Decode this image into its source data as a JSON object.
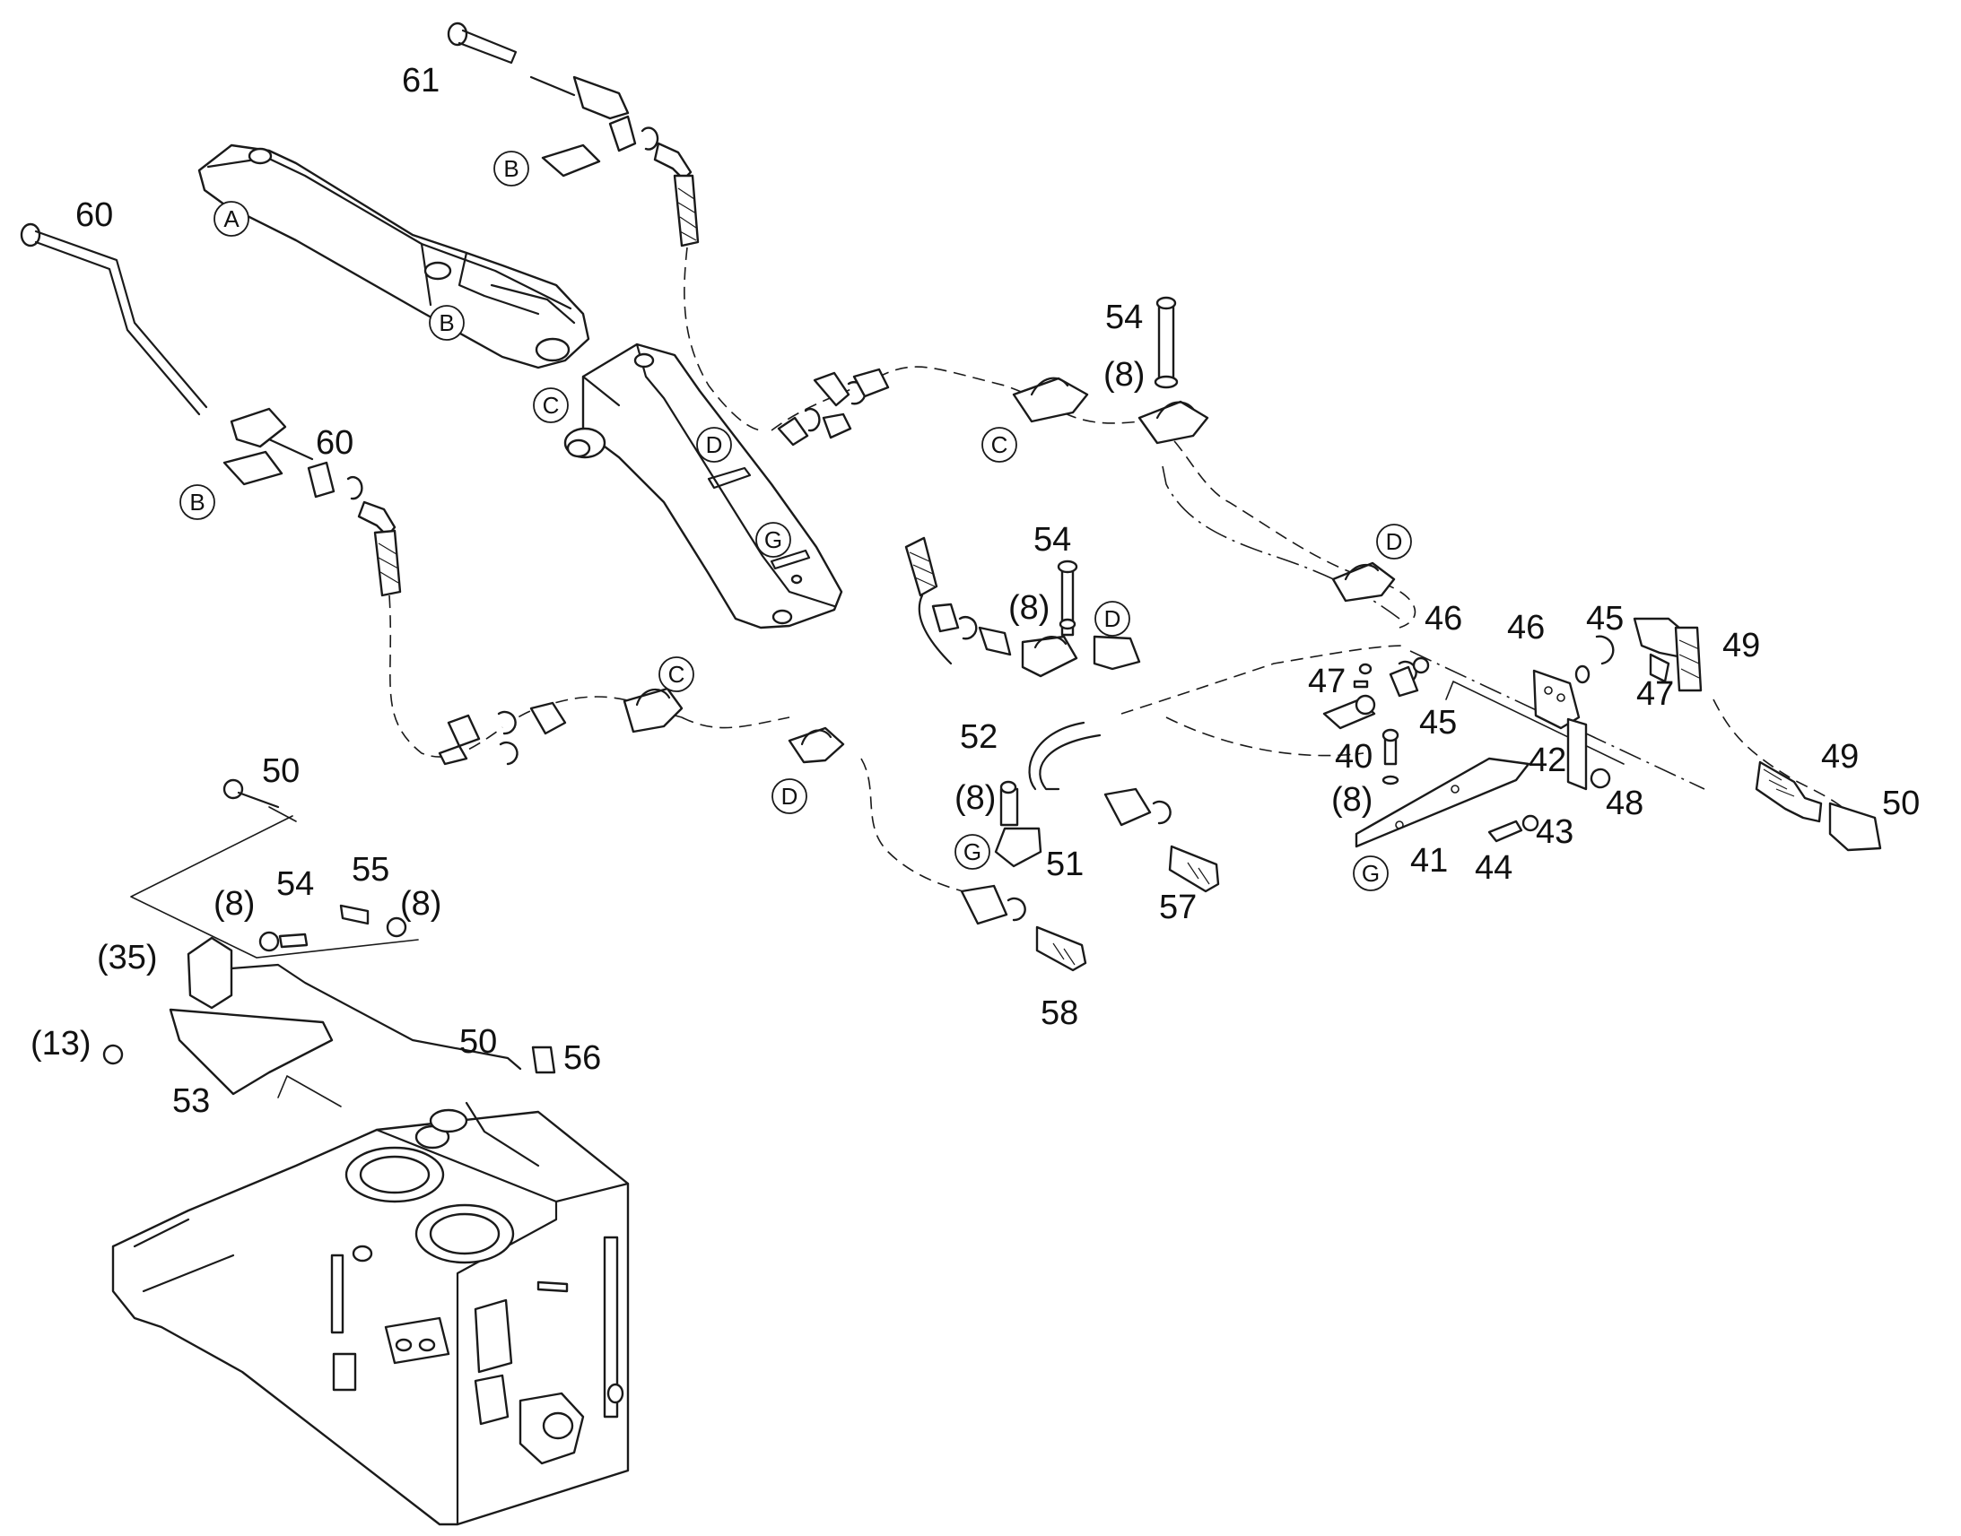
{
  "diagram": {
    "part_numbers": [
      "61",
      "60",
      "60",
      "54",
      "(8)",
      "54",
      "(8)",
      "46",
      "46",
      "45",
      "45",
      "47",
      "47",
      "49",
      "49",
      "40",
      "(8)",
      "42",
      "48",
      "50",
      "41",
      "44",
      "43",
      "52",
      "(8)",
      "51",
      "57",
      "58",
      "50",
      "54",
      "55",
      "(8)",
      "(8)",
      "(35)",
      "(13)",
      "50",
      "56",
      "53"
    ],
    "reference_markers": [
      "A",
      "B",
      "B",
      "B",
      "C",
      "D",
      "G",
      "C",
      "D",
      "D",
      "C",
      "D",
      "G",
      "G"
    ]
  }
}
